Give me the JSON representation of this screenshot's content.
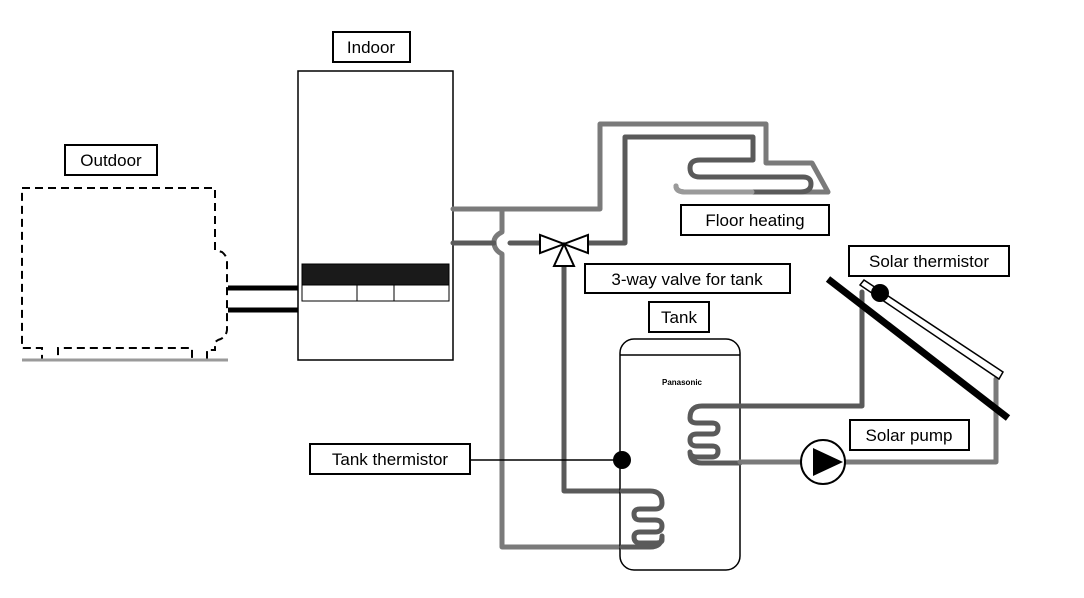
{
  "labels": {
    "outdoor": "Outdoor",
    "indoor": "Indoor",
    "floor_heating": "Floor heating",
    "three_way_valve": "3-way valve for tank",
    "tank": "Tank",
    "tank_thermistor": "Tank thermistor",
    "solar_thermistor": "Solar thermistor",
    "solar_pump": "Solar pump"
  },
  "tank_brand": "Panasonic",
  "colors": {
    "pipe_light": "#7a7a7a",
    "pipe_dark": "#5a5a5a",
    "pipe_pale": "#9a9a9a",
    "line": "#000000",
    "background": "#ffffff"
  }
}
